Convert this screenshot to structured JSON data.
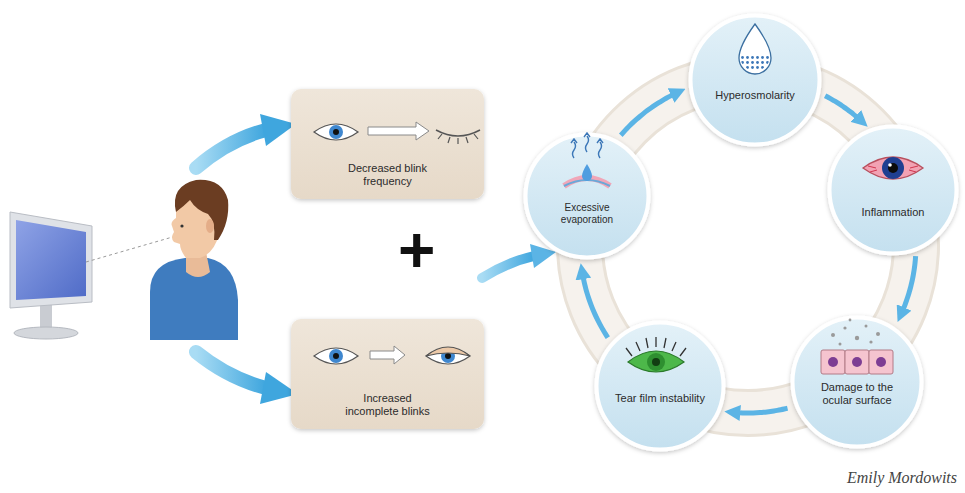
{
  "diagram": {
    "nodes": [
      {
        "text": [
          "Decreased blink frequency"
        ]
      },
      {
        "text": [
          "Increased incomplete blinks"
        ]
      },
      {
        "text": [
          "Hyperosmolarity"
        ]
      },
      {
        "text": [
          "Inflammation"
        ]
      },
      {
        "text": [
          "Damage to the ocular surface"
        ]
      },
      {
        "text": [
          "Tear film instability"
        ]
      },
      {
        "text": [
          "Excessive evaporation"
        ]
      }
    ],
    "edges": [
      {
        "from": 2,
        "to": 3,
        "arrow": "to"
      },
      {
        "from": 3,
        "to": 4,
        "arrow": "to"
      },
      {
        "from": 4,
        "to": 5,
        "arrow": "to"
      },
      {
        "from": 5,
        "to": 6,
        "arrow": "to"
      },
      {
        "from": 6,
        "to": 2,
        "arrow": "to"
      }
    ],
    "labels": [
      "+",
      "Emily Mordowits"
    ]
  }
}
